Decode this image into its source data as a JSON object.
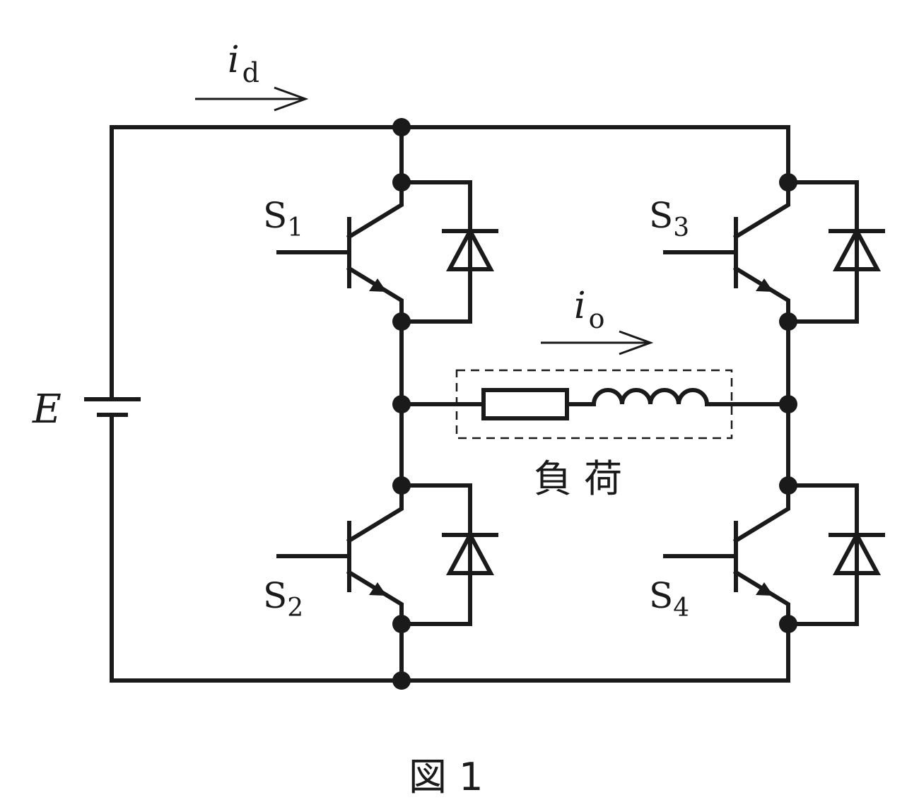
{
  "labels": {
    "id_main": "i",
    "id_sub": "d",
    "io_main": "i",
    "io_sub": "o",
    "source": "E",
    "s1_main": "S",
    "s1_sub": "1",
    "s2_main": "S",
    "s2_sub": "2",
    "s3_main": "S",
    "s3_sub": "3",
    "s4_main": "S",
    "s4_sub": "4",
    "load": "負 荷",
    "caption": "図 1"
  }
}
